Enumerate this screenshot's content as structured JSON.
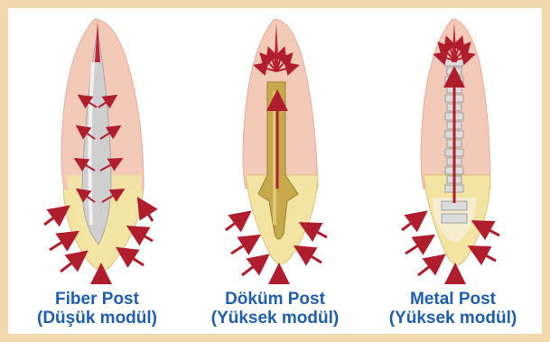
{
  "figure": {
    "panels": [
      {
        "name": "Fiber Post",
        "modulus": "(Düşük modül)",
        "post_color": "#cfcfcf"
      },
      {
        "name": "Döküm Post",
        "modulus": "(Yüksek modül)",
        "post_color": "#c7a84a"
      },
      {
        "name": "Metal Post",
        "modulus": "(Yüksek modül)",
        "post_color": "#dcdcdc"
      }
    ],
    "colors": {
      "frame": "#f2d9ad",
      "crown": "#f3c9b8",
      "root": "#f3e4a4",
      "arrow": "#b01e2e",
      "caption": "#1f5fae"
    }
  }
}
